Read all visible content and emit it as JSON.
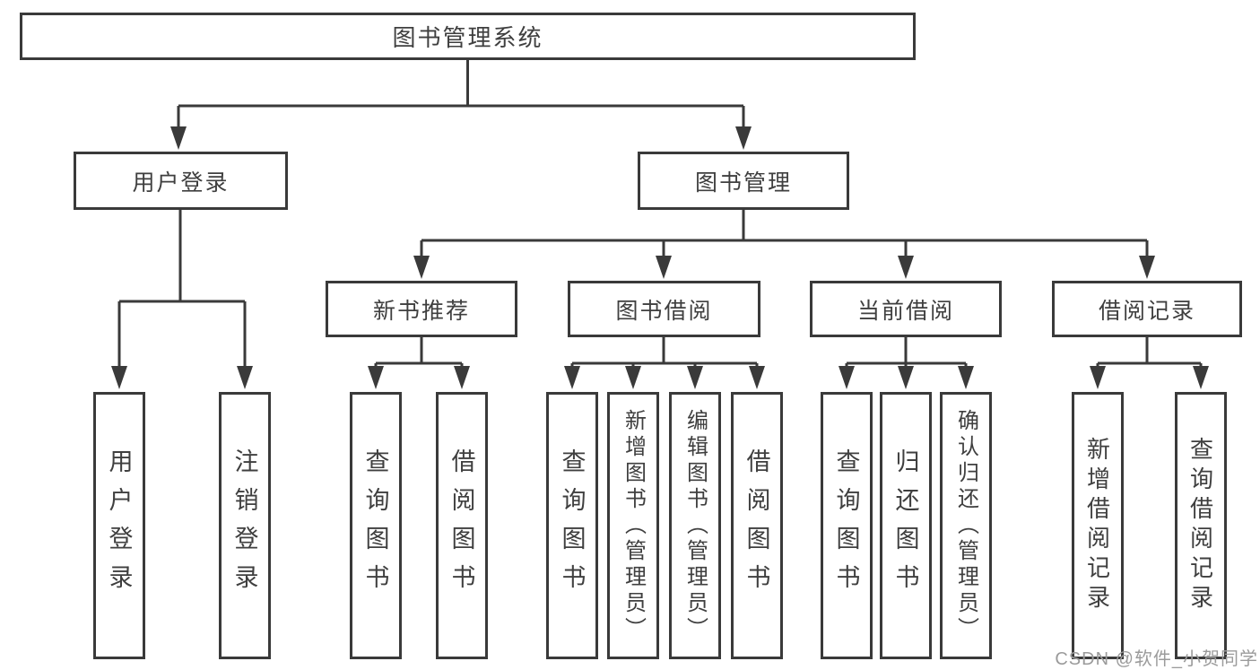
{
  "diagram": {
    "root": "图书管理系统",
    "branches": [
      {
        "label": "用户登录",
        "children": [
          "用户登录",
          "注销登录"
        ]
      },
      {
        "label": "图书管理",
        "sections": [
          {
            "label": "新书推荐",
            "children": [
              "查询图书",
              "借阅图书"
            ]
          },
          {
            "label": "图书借阅",
            "children": [
              "查询图书",
              "新增图书（管理员）",
              "编辑图书（管理员）",
              "借阅图书"
            ]
          },
          {
            "label": "当前借阅",
            "children": [
              "查询图书",
              "归还图书",
              "确认归还（管理员）"
            ]
          },
          {
            "label": "借阅记录",
            "children": [
              "新增借阅记录",
              "查询借阅记录"
            ]
          }
        ]
      }
    ]
  },
  "watermark": "CSDN @软件_小贺同学",
  "colors": {
    "line": "#3a3a3a",
    "text": "#3f3f3f",
    "watermark_gray": "#9b9b9b",
    "box_background": "#ffffff"
  }
}
